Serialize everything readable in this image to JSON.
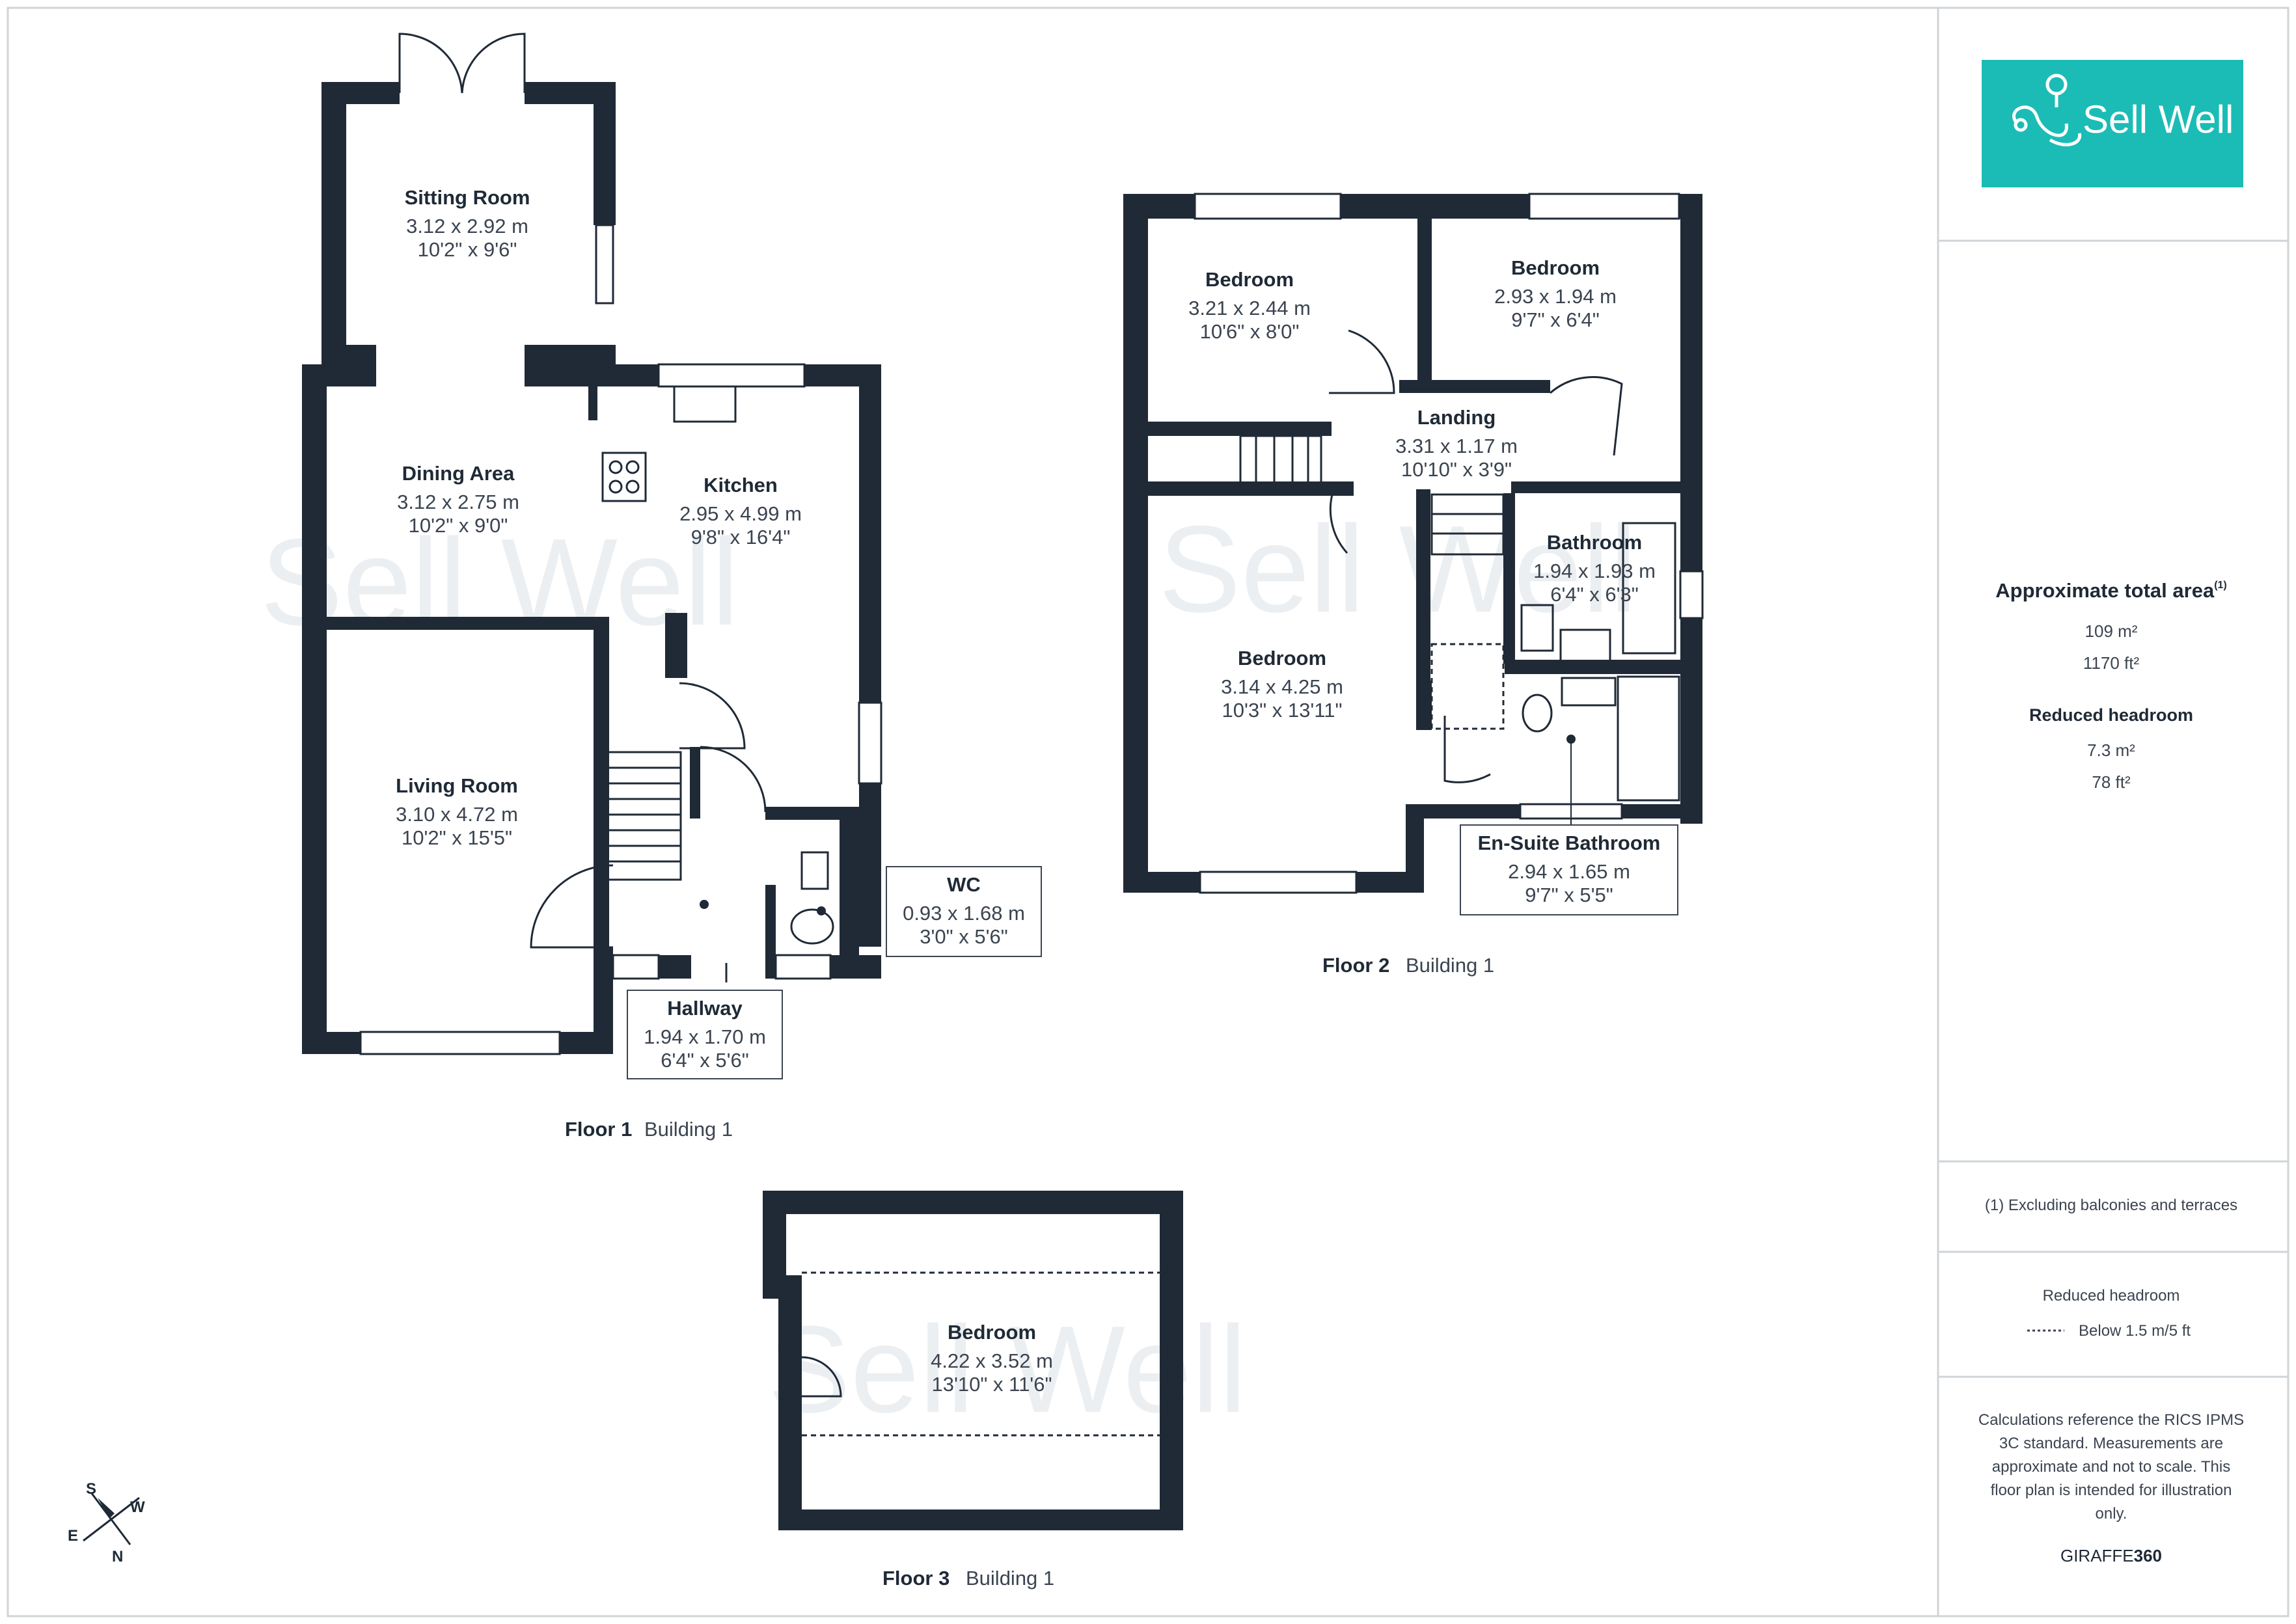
{
  "brand": {
    "name": "Sell Well",
    "color": "#1bbcb5"
  },
  "colors": {
    "wall": "#1f2a36",
    "text": "#3b4450"
  },
  "floors": [
    {
      "label": "Floor 1",
      "building": "Building 1"
    },
    {
      "label": "Floor 2",
      "building": "Building 1"
    },
    {
      "label": "Floor 3",
      "building": "Building 1"
    }
  ],
  "rooms": {
    "sitting_room": {
      "name": "Sitting Room",
      "metric": "3.12 x 2.92 m",
      "imperial": "10'2\" x 9'6\""
    },
    "dining_area": {
      "name": "Dining Area",
      "metric": "3.12 x 2.75 m",
      "imperial": "10'2\" x 9'0\""
    },
    "kitchen": {
      "name": "Kitchen",
      "metric": "2.95 x 4.99 m",
      "imperial": "9'8\" x 16'4\""
    },
    "living_room": {
      "name": "Living Room",
      "metric": "3.10 x 4.72 m",
      "imperial": "10'2\" x 15'5\""
    },
    "wc": {
      "name": "WC",
      "metric": "0.93 x 1.68 m",
      "imperial": "3'0\" x 5'6\""
    },
    "hallway": {
      "name": "Hallway",
      "metric": "1.94 x 1.70 m",
      "imperial": "6'4\" x 5'6\""
    },
    "bedroom_a": {
      "name": "Bedroom",
      "metric": "3.21 x 2.44 m",
      "imperial": "10'6\" x 8'0\""
    },
    "bedroom_b": {
      "name": "Bedroom",
      "metric": "2.93 x 1.94 m",
      "imperial": "9'7\" x 6'4\""
    },
    "landing": {
      "name": "Landing",
      "metric": "3.31 x 1.17 m",
      "imperial": "10'10\" x 3'9\""
    },
    "bathroom": {
      "name": "Bathroom",
      "metric": "1.94 x 1.93 m",
      "imperial": "6'4\" x 6'3\""
    },
    "bedroom_c": {
      "name": "Bedroom",
      "metric": "3.14 x 4.25 m",
      "imperial": "10'3\" x 13'11\""
    },
    "ensuite": {
      "name": "En-Suite Bathroom",
      "metric": "2.94 x 1.65 m",
      "imperial": "9'7\" x 5'5\""
    },
    "bedroom_d": {
      "name": "Bedroom",
      "metric": "4.22 x 3.52 m",
      "imperial": "13'10\" x 11'6\""
    }
  },
  "sidebar": {
    "area_title": "Approximate total area",
    "area_sup": "(1)",
    "area_m2": "109 m²",
    "area_ft2": "1170 ft²",
    "reduced_title": "Reduced headroom",
    "reduced_m2": "7.3 m²",
    "reduced_ft2": "78 ft²",
    "note1": "(1) Excluding balconies and terraces",
    "legend_title": "Reduced headroom",
    "legend_item": "Below 1.5 m/5 ft",
    "disclaimer": [
      "Calculations reference the RICS IPMS",
      "3C standard. Measurements are",
      "approximate and not to scale. This",
      "floor plan is intended for illustration",
      "only."
    ],
    "credit_a": "GIRAFFE",
    "credit_b": "360"
  },
  "compass": {
    "s": "S",
    "w": "W",
    "e": "E",
    "n": "N"
  }
}
